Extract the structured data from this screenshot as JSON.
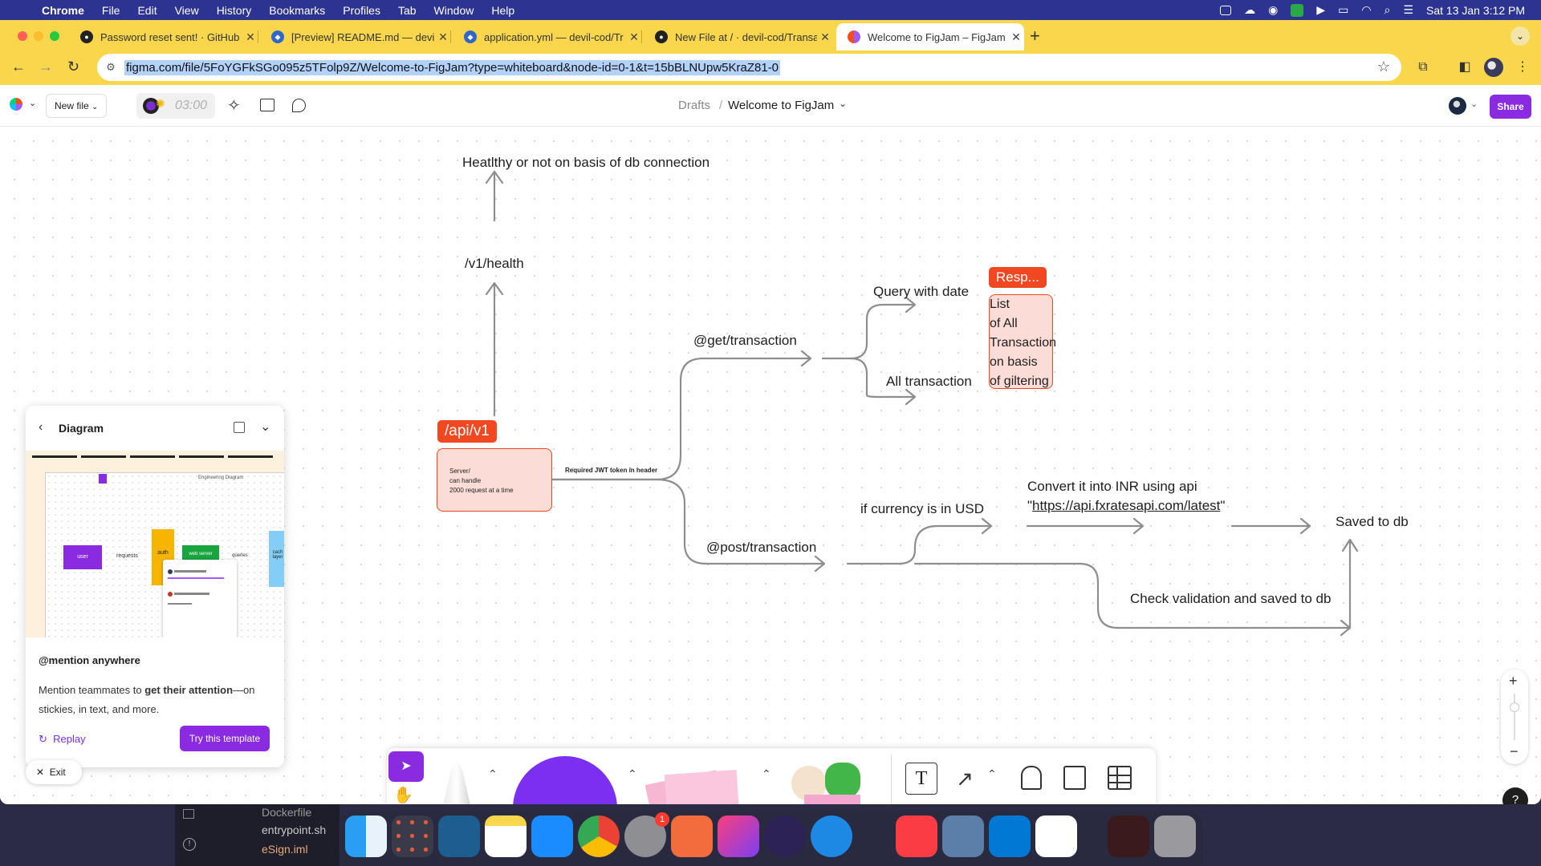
{
  "menubar": {
    "app": "Chrome",
    "items": [
      "File",
      "Edit",
      "View",
      "History",
      "Bookmarks",
      "Profiles",
      "Tab",
      "Window",
      "Help"
    ],
    "datetime": "Sat 13 Jan  3:12 PM"
  },
  "tabs": [
    {
      "title": "Password reset sent! · GitHub"
    },
    {
      "title": "[Preview] README.md — devil-cod/Tr"
    },
    {
      "title": "application.yml — devil-cod/Tr"
    },
    {
      "title": "New File at / · devil-cod/Transactio"
    },
    {
      "title": "Welcome to FigJam – FigJam"
    }
  ],
  "address": {
    "url": "figma.com/file/5FoYGFkSGo095z5TFolp9Z/Welcome-to-FigJam?type=whiteboard&node-id=0-1&t=15bBLNUpw5KraZ81-0"
  },
  "figjam": {
    "new_file": "New file",
    "timer": "03:00",
    "breadcrumb_parent": "Drafts",
    "breadcrumb_sep": "/",
    "file_name": "Welcome to FigJam",
    "share_label": "Share"
  },
  "diagram": {
    "health_title": "Heatlthy or not on basis of db connection",
    "health_endpoint": "/v1/health",
    "api_label": "/api/v1",
    "server_box": [
      "Server/",
      "can handle",
      "2000 request at a time"
    ],
    "jwt_label": "Required JWT token in header",
    "get_label": "@get/transaction",
    "query_date": "Query with date",
    "all_tx": "All transaction",
    "resp_label": "Resp...",
    "resp_box": [
      "List",
      "of All",
      "Transaction",
      "on basis",
      "of giltering"
    ],
    "post_label": "@post/transaction",
    "usd_label": "if currency is in USD",
    "convert_line1": "Convert it into INR using api",
    "convert_q_open": "\"",
    "convert_link": "https://api.fxratesapi.com/latest",
    "convert_q_close": "\"",
    "saved": "Saved to db",
    "validate": "Check validation and saved to db"
  },
  "panel": {
    "title": "Diagram",
    "heading": "@mention anywhere",
    "body_pre": "Mention teammates to ",
    "body_bold": "get their attention",
    "body_post": "—on stickies, in text, and more.",
    "replay": "Replay",
    "try_template": "Try this template",
    "preview_user": "user",
    "preview_requests": "requests",
    "preview_header": "Engineering Diagram",
    "preview_auth": "auth",
    "preview_web": "web server",
    "preview_queries": "queries",
    "preview_cache": "cach layer"
  },
  "exit_label": "Exit",
  "dock_behind": {
    "files": [
      "Dockerfile",
      "entrypoint.sh",
      "eSign.iml"
    ]
  },
  "dock": {
    "settings_badge": "1"
  },
  "colors": {
    "accent": "#8a2be2",
    "red": "#f24822",
    "chrome_tab": "#f9d64c",
    "menubar": "#2c3390"
  }
}
